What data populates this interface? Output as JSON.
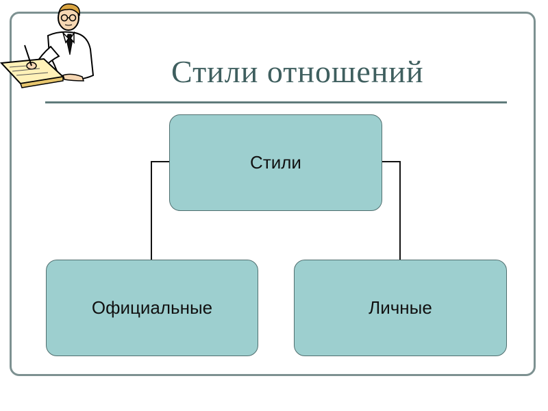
{
  "slide": {
    "title": "Стили отношений"
  },
  "diagram": {
    "root": "Стили",
    "children": [
      "Официальные",
      "Личные"
    ]
  },
  "colors": {
    "frame": "#7d9191",
    "title": "#3f5f5f",
    "node_fill": "#9dcfcf",
    "node_border": "#4f6e6e",
    "connector": "#111111"
  },
  "icons": {
    "clipart": "scholar-writing-icon"
  }
}
